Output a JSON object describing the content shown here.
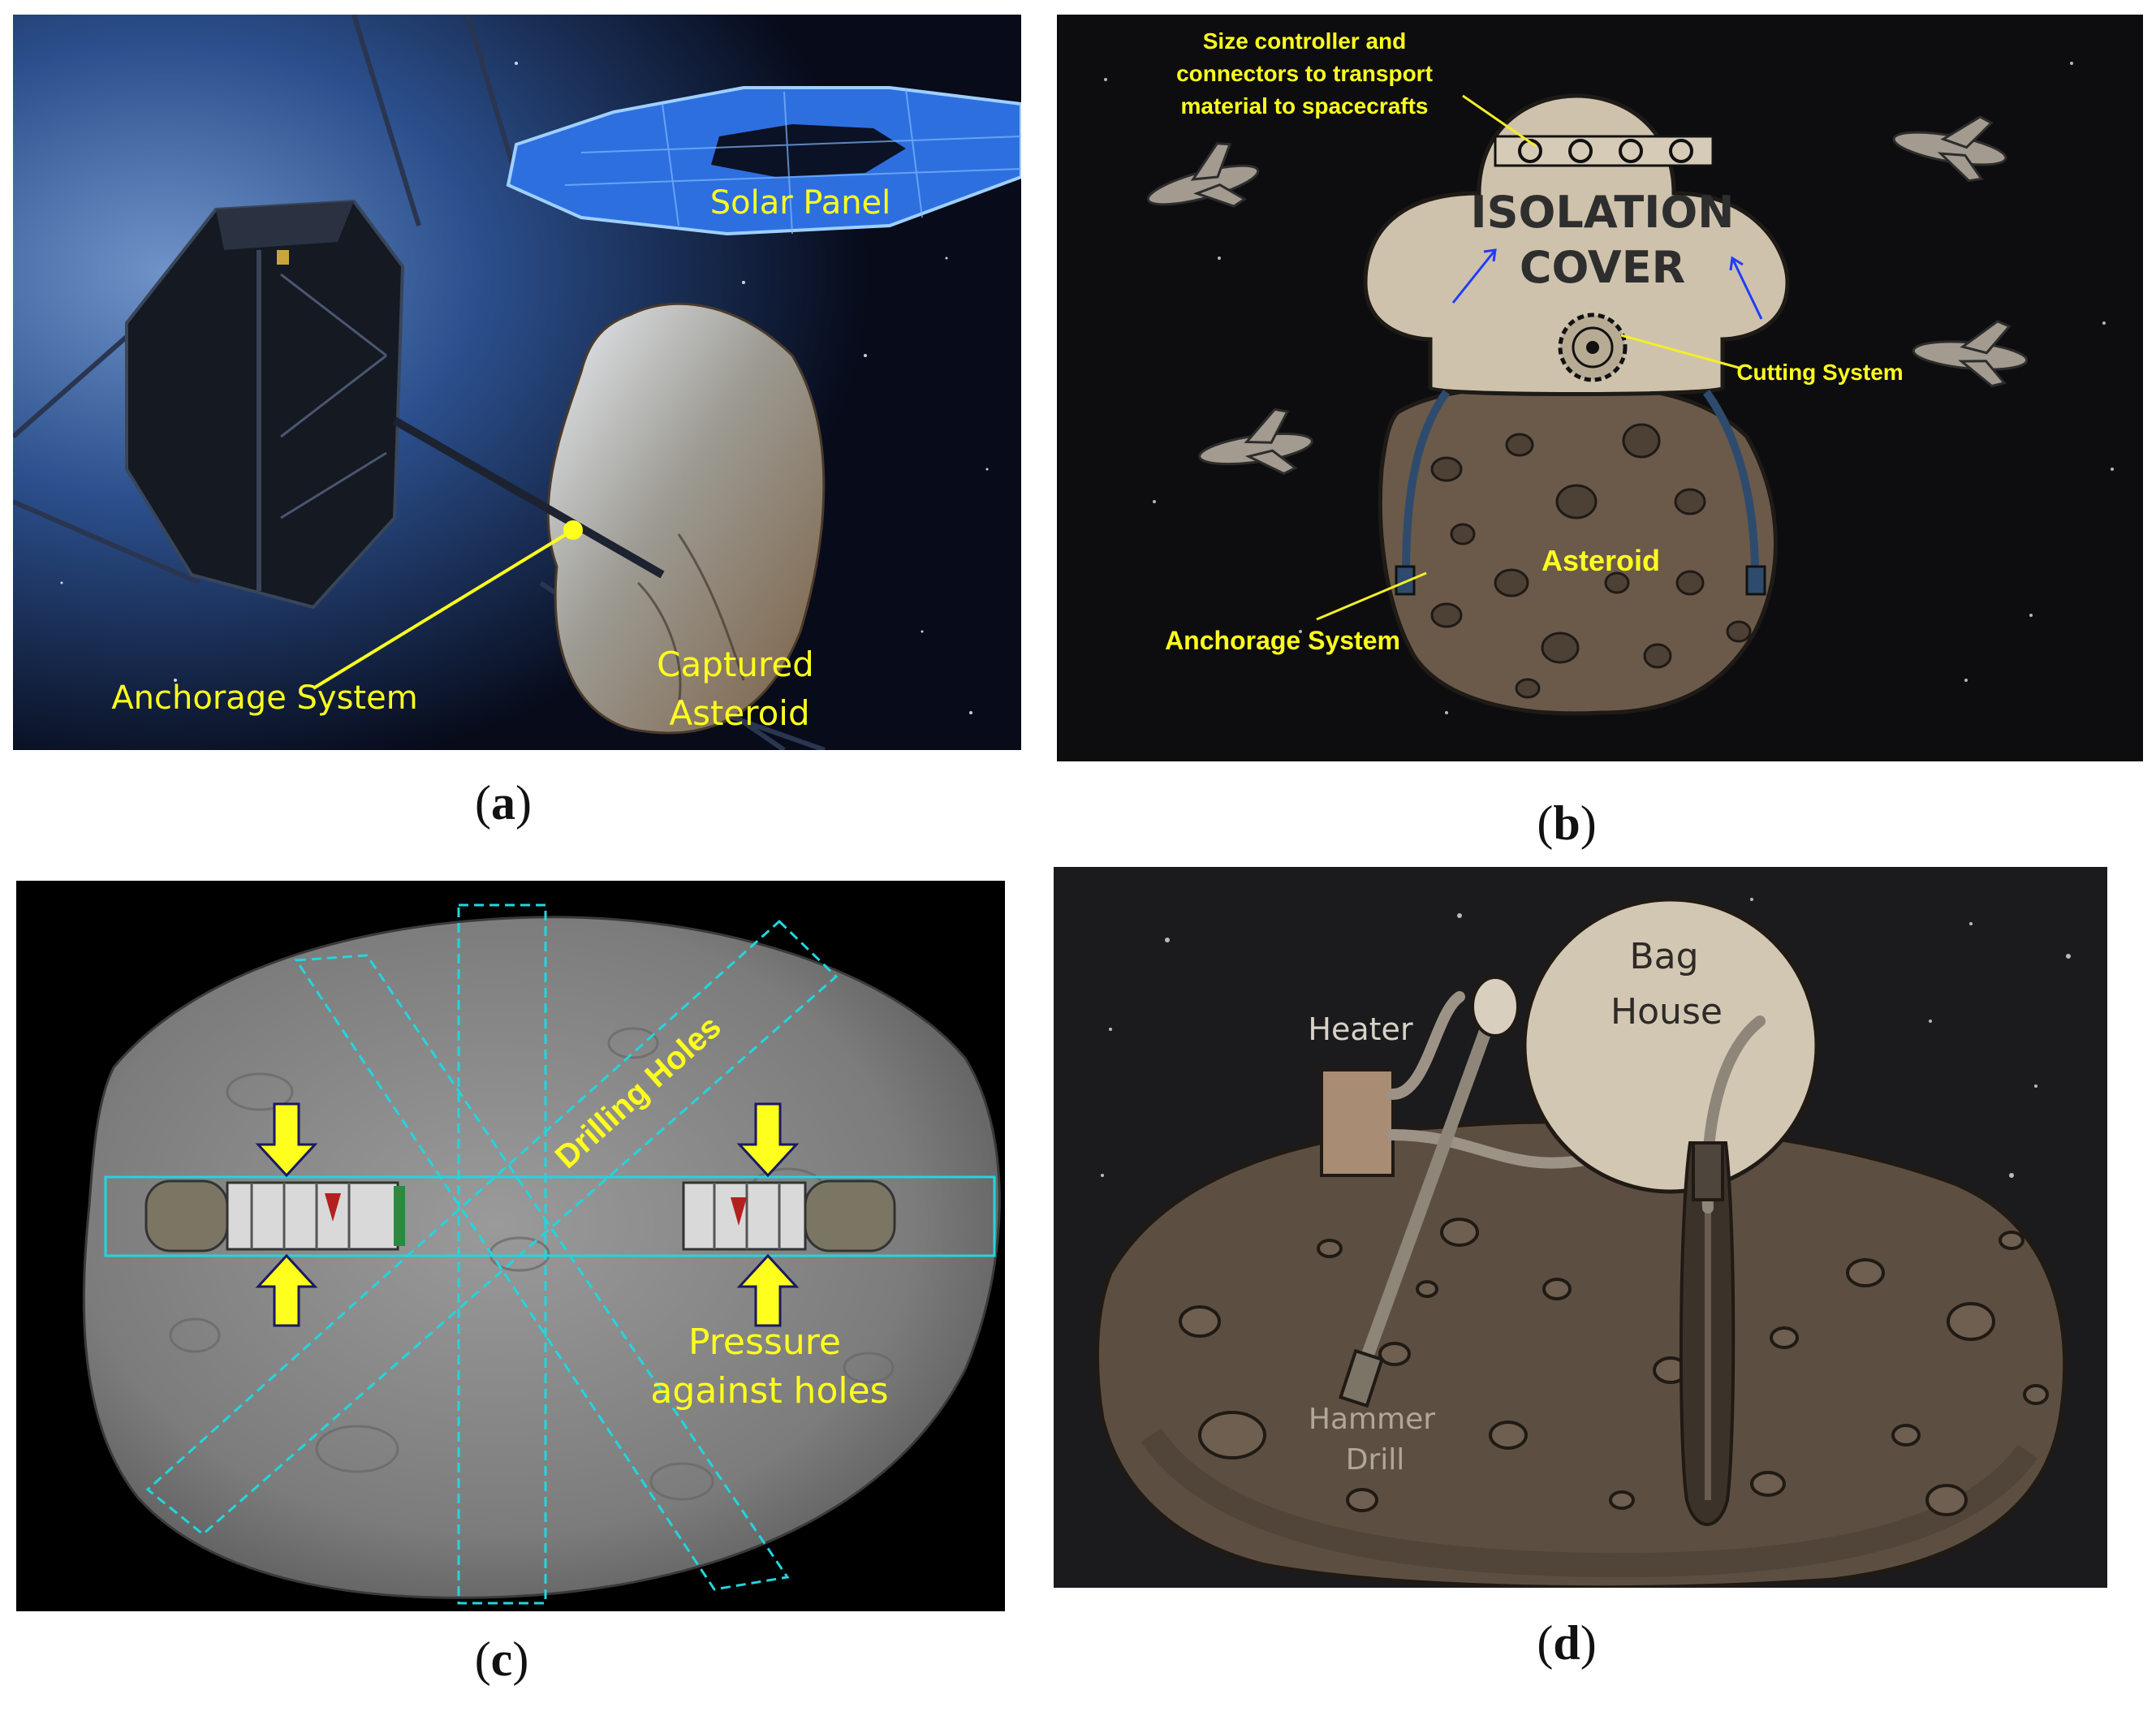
{
  "colors": {
    "label_yellow": "#ffff1e",
    "leader_yellow": "#f2ee2a",
    "drill_cyan": "#22d6de",
    "space": "#0d0d10",
    "isolation_cover": "#cfc2ac",
    "asteroid_brown": "#6b5a4a",
    "gray_asteroid": "#8c8c8c",
    "bag_house": "#d2c7b3"
  },
  "panel_a": {
    "solar_panel": "Solar Panel",
    "anchorage": "Anchorage System",
    "captured_1": "Captured",
    "captured_2": "Asteroid",
    "caption": "a"
  },
  "panel_b": {
    "size_ctrl_1": "Size controller and",
    "size_ctrl_2": "connectors  to transport",
    "size_ctrl_3": "material to spacecrafts",
    "cover_1": "ISOLATION",
    "cover_2": "COVER",
    "cutting": "Cutting System",
    "asteroid": "Asteroid",
    "anchorage": "Anchorage System",
    "caption": "b"
  },
  "panel_c": {
    "drilling": "Drilling Holes",
    "pressure_1": "Pressure",
    "pressure_2": "against holes",
    "caption": "c"
  },
  "panel_d": {
    "heater": "Heater",
    "bag_1": "Bag",
    "bag_2": "House",
    "hammer_1": "Hammer",
    "hammer_2": "Drill",
    "caption": "d"
  }
}
